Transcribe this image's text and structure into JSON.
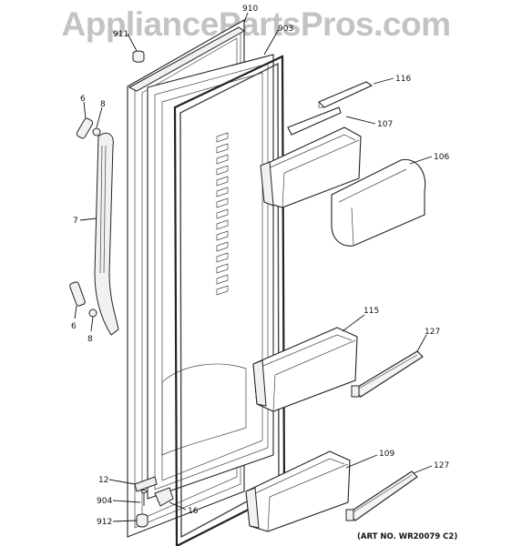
{
  "watermark": "AppliancePartsPros.com",
  "art_number": "(ART NO. WR20079 C2)",
  "callouts": {
    "c910": "910",
    "c911": "911",
    "c903": "903",
    "c116": "116",
    "c107": "107",
    "c106": "106",
    "c6a": "6",
    "c8a": "8",
    "c7": "7",
    "c6b": "6",
    "c8b": "8",
    "c115": "115",
    "c127a": "127",
    "c109": "109",
    "c127b": "127",
    "c12": "12",
    "c904": "904",
    "c16": "16",
    "c912": "912"
  }
}
